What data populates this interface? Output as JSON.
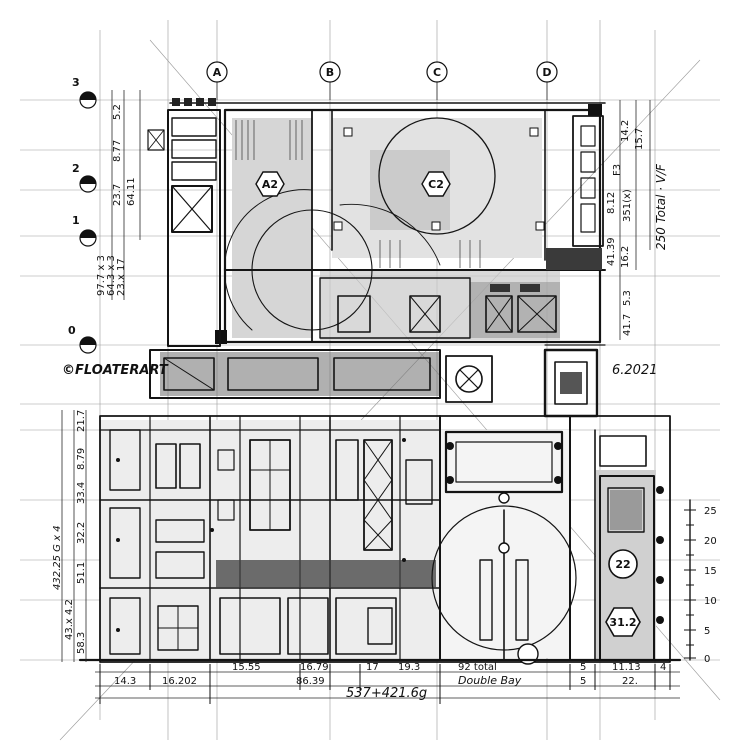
{
  "colors": {
    "paper": "#ffffff",
    "ink": "#141414",
    "wash_dark": "#555555",
    "wash_mid": "#8c8c8c",
    "wash_light": "#c9c9c9",
    "guide": "#9a9a9a"
  },
  "grid_columns": [
    "A",
    "B",
    "C",
    "D"
  ],
  "grid_rows": [
    "3",
    "2",
    "1",
    "0"
  ],
  "tags": {
    "a2": "A2",
    "c2": "C2",
    "n22": "22",
    "n312": "31.2"
  },
  "signature": "©FLOATERART",
  "date": "6.2021",
  "right_dims": {
    "d142": "14.2",
    "d157": "15.7",
    "f3": "F3",
    "d812": "8.12",
    "d351": "351(x)",
    "total_vf": "250 Total · V/F",
    "d162": "16.2",
    "d4139": "41.39",
    "d53": "5.3",
    "d417": "41.7"
  },
  "left_dims_top": {
    "d52": "5.2",
    "d877": "8.77",
    "d237": "23.7",
    "d6411": "64.11",
    "stack": "97.7 x 3",
    "stack2": "64.3 x 3",
    "stack3": "23.x 17"
  },
  "left_dims_bottom": {
    "total": "432.25 G x 4",
    "r1": "21.7",
    "r2": "8.79",
    "r3": "33.4",
    "r4": "32.2",
    "r5": "51.1",
    "r6": "43.x 4.2",
    "r7": "58.3"
  },
  "scale_ticks": [
    "25",
    "20",
    "15",
    "10",
    "5",
    "0"
  ],
  "bottom_dims": {
    "d143": "14.3",
    "d16202": "16.202",
    "d1555": "15.55",
    "d1679": "16.79",
    "d17": "17",
    "d193": "19.3",
    "d92": "92 total",
    "d5a": "5",
    "d1113": "11.13",
    "d4": "4",
    "d8639": "86.39",
    "d5b": "5",
    "d22": "22.",
    "total": "537+421.6g",
    "double_bay": "Double Bay"
  }
}
